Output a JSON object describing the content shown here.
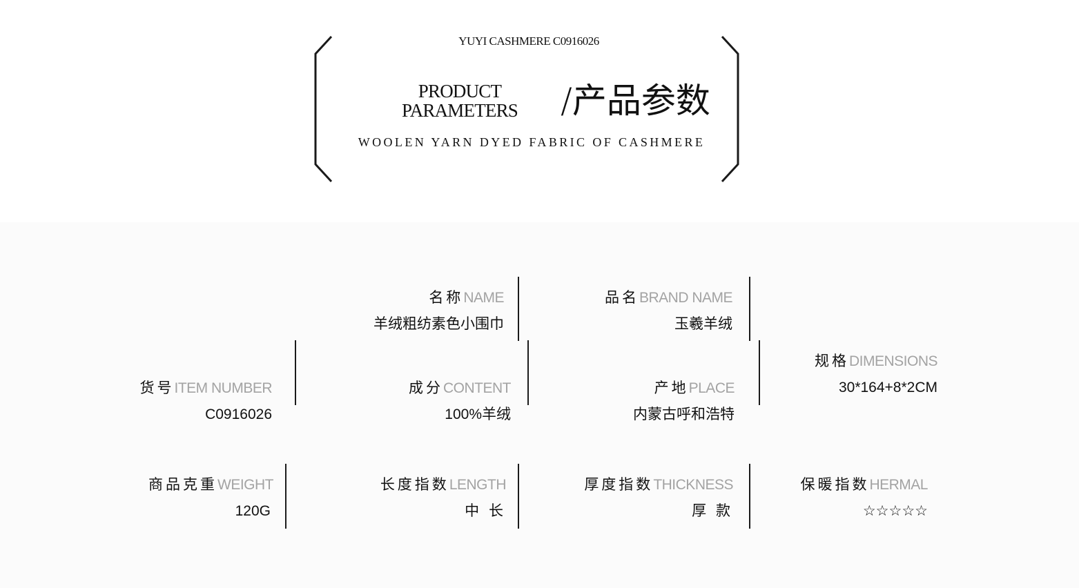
{
  "header": {
    "code_line": "YUYI CASHMERE C0916026",
    "title_en_line1": "PRODUCT",
    "title_en_line2": "PARAMETERS",
    "title_cn": "/产品参数",
    "subtitle": "WOOLEN YARN DYED FABRIC OF CASHMERE"
  },
  "params": {
    "name": {
      "cn": "名称",
      "en": "NAME",
      "value": "羊绒粗纺素色小围巾"
    },
    "brand": {
      "cn": "品名",
      "en": "BRAND NAME",
      "value": "玉羲羊绒"
    },
    "item_number": {
      "cn": "货号",
      "en": "ITEM NUMBER",
      "value": "C0916026"
    },
    "content": {
      "cn": "成分",
      "en": "CONTENT",
      "value": "100%羊绒"
    },
    "place": {
      "cn": "产地",
      "en": "PLACE",
      "value": "内蒙古呼和浩特"
    },
    "dimensions": {
      "cn": "规格",
      "en": "DIMENSIONS",
      "value": "30*164+8*2CM"
    },
    "weight": {
      "cn": "商品克重",
      "en": "WEIGHT",
      "value": "120G"
    },
    "length": {
      "cn": "长度指数",
      "en": "LENGTH",
      "value": "中 长"
    },
    "thickness": {
      "cn": "厚度指数",
      "en": "THICKNESS",
      "value": "厚 款"
    },
    "thermal": {
      "cn": "保暖指数",
      "en": "HERMAL",
      "value": "☆☆☆☆☆"
    }
  }
}
